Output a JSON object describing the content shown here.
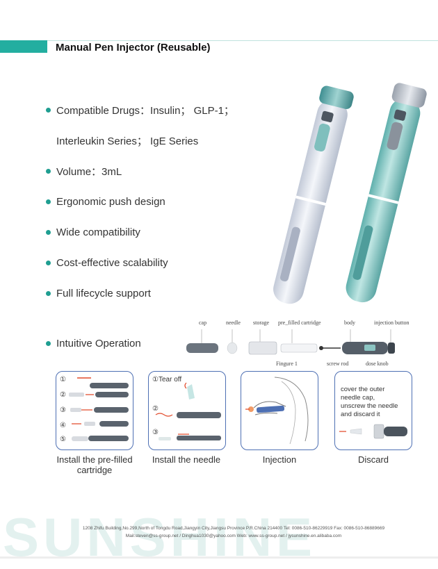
{
  "header": {
    "title": "Manual Pen Injector (Reusable)"
  },
  "features": [
    {
      "text": "Compatible Drugs：Insulin； GLP-1；",
      "cont": "Interleukin Series； IgE Series"
    },
    {
      "text": "Volume：3mL"
    },
    {
      "text": "Ergonomic push design"
    },
    {
      "text": "Wide compatibility"
    },
    {
      "text": "Cost-effective scalability"
    },
    {
      "text": "Full lifecycle support"
    }
  ],
  "operation": {
    "label": "Intuitive Operation"
  },
  "parts": {
    "cap": "cap",
    "needle": "needle",
    "storage": "storage",
    "cartridge": "pre_filled cartridge",
    "body": "body",
    "button": "injection button",
    "figure": "Fingure 1",
    "screw": "screw rod",
    "knob": "dose knob"
  },
  "steps": {
    "install_cartridge": {
      "caption": "Install the pre-filled cartridge",
      "nums": [
        "①",
        "②",
        "③",
        "④",
        "⑤"
      ]
    },
    "install_needle": {
      "caption": "Install the needle",
      "tear": "①Tear off",
      "nums": [
        "②",
        "③"
      ]
    },
    "injection": {
      "caption": "Injection"
    },
    "discard": {
      "caption": "Discard",
      "lines": [
        "cover the outer",
        "needle cap,",
        "unscrew the needle",
        "and discard it"
      ]
    }
  },
  "footer": {
    "brand": "SUNSHINE",
    "line1": "1208 Zhifu Building,No.299,North of Tongdu Road,Jiangyin City,Jiangsu Province P.R.China 214400    Tel: 0086-510-86229919    Fax: 0086-510-86889669",
    "line2": "Mail:steven@ss-group.net / Dinghua1030@yahoo.com    Web: www.ss-group.net / jysunshine.en.alibaba.com"
  },
  "colors": {
    "accent": "#23aea0",
    "panel_border": "#4d6fb3",
    "pen_white": "#dde3ee",
    "pen_teal": "#86c9c6",
    "arrow": "#e24a2a"
  }
}
